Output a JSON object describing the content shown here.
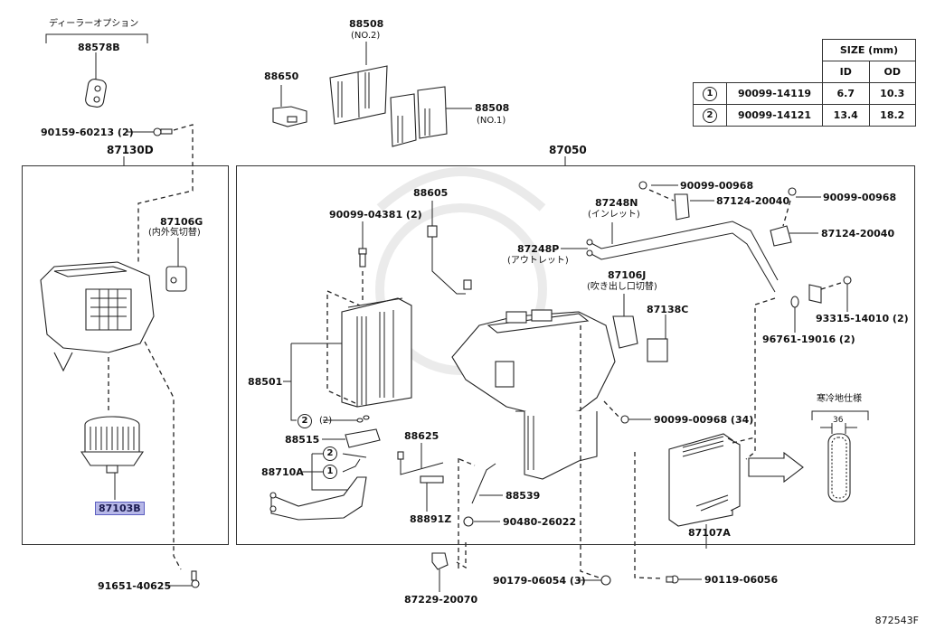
{
  "diagram": {
    "id": "872543F",
    "highlight_color": "#b7b8e8"
  },
  "size_table": {
    "header": "SIZE (mm)",
    "cols": [
      "ID",
      "OD"
    ],
    "rows": [
      {
        "mark": "1",
        "part": "90099-14119",
        "id": "6.7",
        "od": "10.3"
      },
      {
        "mark": "2",
        "part": "90099-14121",
        "id": "13.4",
        "od": "18.2"
      }
    ]
  },
  "groups": {
    "dealer_option": "ディーラーオプション",
    "cold_climate": "寒冷地仕様",
    "cold_dim": "36"
  },
  "parts": {
    "p88578B": "88578B",
    "p90159": "90159-60213 (2)",
    "p87130D": "87130D",
    "p88650": "88650",
    "p88508_2": "88508",
    "p88508_2_sub": "(NO.2)",
    "p88508_1": "88508",
    "p88508_1_sub": "(NO.1)",
    "p87050": "87050",
    "p87106G": "87106G",
    "p87106G_sub": "(内外気切替)",
    "p87103B": "87103B",
    "p91651": "91651-40625",
    "p90099_04381": "90099-04381 (2)",
    "p88605": "88605",
    "p87248P": "87248P",
    "p87248P_sub": "(アウトレット)",
    "p87248N": "87248N",
    "p87248N_sub": "(インレット)",
    "p90099_00968_a": "90099-00968",
    "p87124_a": "87124-20040",
    "p90099_00968_b": "90099-00968",
    "p87124_b": "87124-20040",
    "p87106J": "87106J",
    "p87106J_sub": "(吹き出し口切替)",
    "p87138C": "87138C",
    "p93315": "93315-14010 (2)",
    "p96761": "96761-19016 (2)",
    "p88501": "88501",
    "p_mark2_a": "2",
    "p_mark2_qty": "(2)",
    "p88515": "88515",
    "p88710A": "88710A",
    "p_mark2_b": "2",
    "p_mark1": "1",
    "p88625": "88625",
    "p88891Z": "88891Z",
    "p88539": "88539",
    "p90480": "90480-26022",
    "p90099_00968_34": "90099-00968 (34)",
    "p87107A": "87107A",
    "p87229": "87229-20070",
    "p90179": "90179-06054 (3)",
    "p90119": "90119-06056"
  }
}
